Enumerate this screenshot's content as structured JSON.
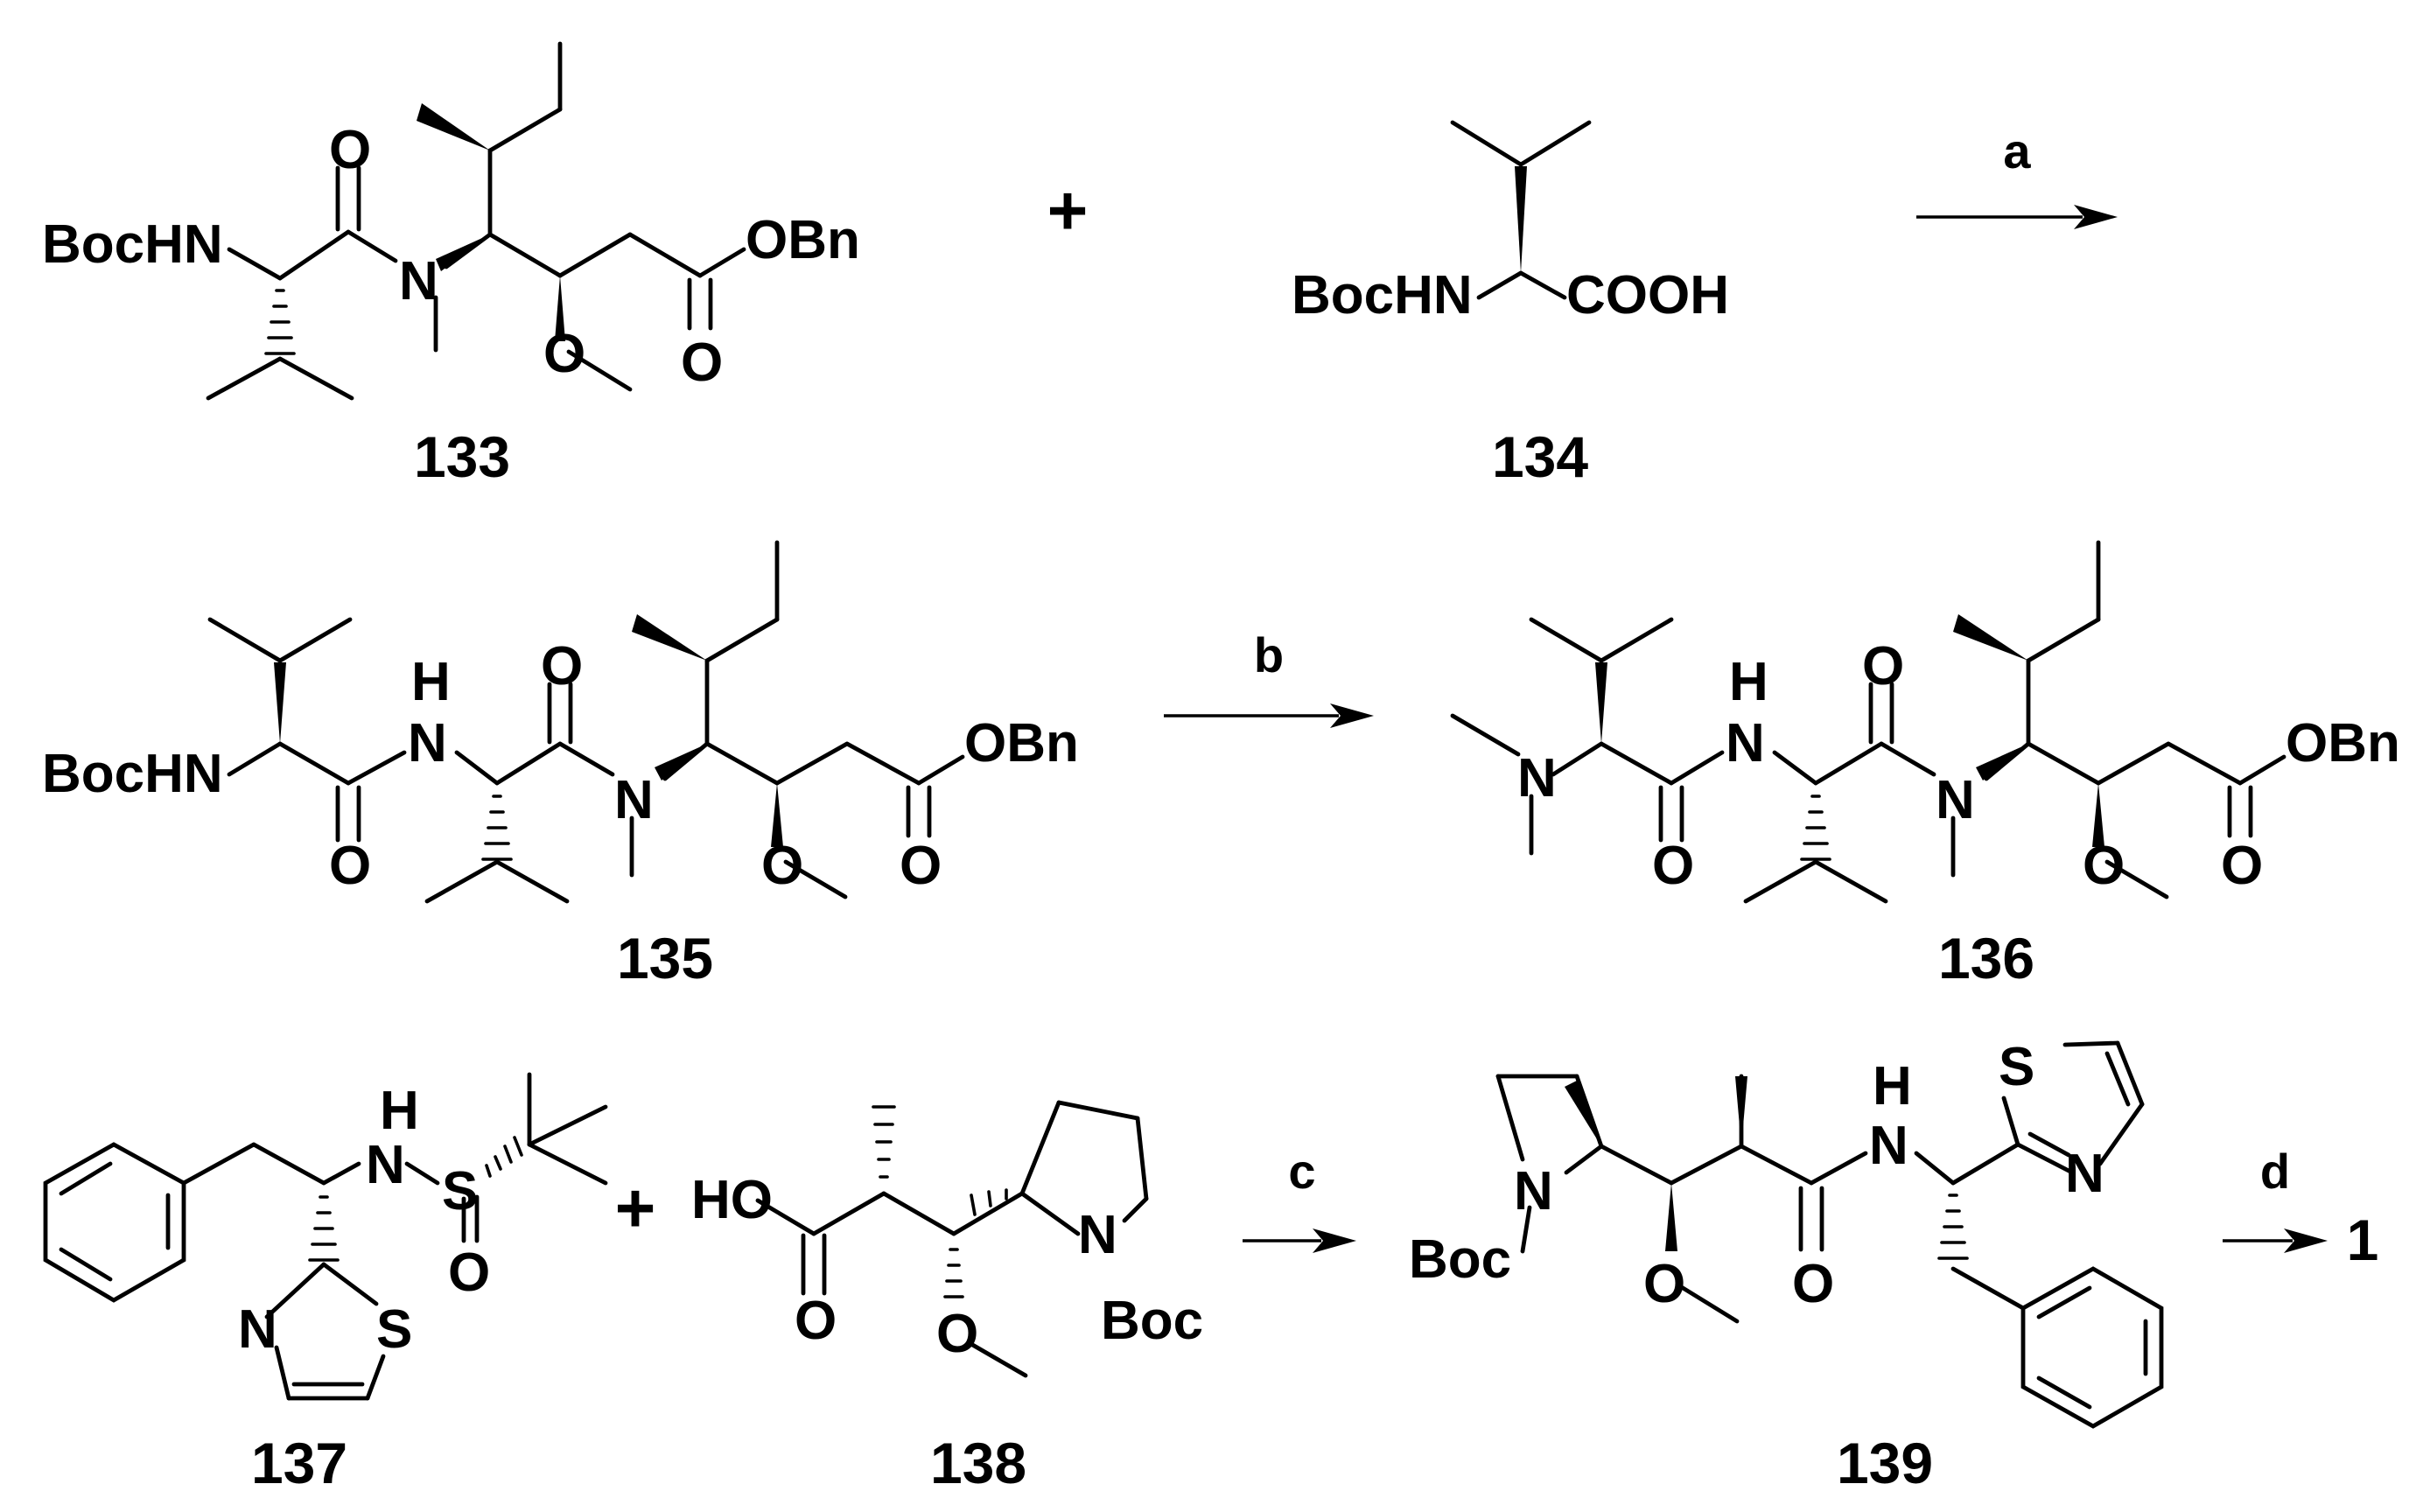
{
  "compounds": {
    "c133": {
      "number": "133",
      "labels": {
        "boc_hn": "BocHN",
        "n_amide": "N",
        "o_carbonyl": "O",
        "o_ether": "O",
        "o_ester_carbonyl": "O",
        "o_bn": "OBn"
      }
    },
    "c134": {
      "number": "134",
      "labels": {
        "boc_hn": "BocHN",
        "cooh": "COOH"
      }
    },
    "c135": {
      "number": "135",
      "labels": {
        "boc_hn": "BocHN",
        "h": "H",
        "n_amide1": "N",
        "o_carbonyl1": "O",
        "o_carbonyl2": "O",
        "n_amide2": "N",
        "o_ether": "O",
        "o_ester_carbonyl": "O",
        "o_bn": "OBn"
      }
    },
    "c136": {
      "number": "136",
      "labels": {
        "n_dimethyl": "N",
        "h": "H",
        "n_amide1": "N",
        "o_carbonyl1": "O",
        "o_carbonyl2": "O",
        "n_amide2": "N",
        "o_ether": "O",
        "o_ester_carbonyl": "O",
        "o_bn": "OBn"
      }
    },
    "c137": {
      "number": "137",
      "labels": {
        "h": "H",
        "n_sulfinamide": "N",
        "s": "S",
        "o_sulfinyl": "O",
        "n_thiazole": "N",
        "s_thiazole": "S"
      }
    },
    "c138": {
      "number": "138",
      "labels": {
        "ho": "HO",
        "o_carbonyl": "O",
        "o_ether": "O",
        "n_pyrrolidine": "N",
        "boc": "Boc"
      }
    },
    "c139": {
      "number": "139",
      "labels": {
        "n_pyrrolidine": "N",
        "boc": "Boc",
        "o_ether": "O",
        "o_carbonyl": "O",
        "h": "H",
        "n_amide": "N",
        "s_thiazole": "S",
        "n_thiazole": "N"
      }
    }
  },
  "reactions": {
    "step_a": "a",
    "step_b": "b",
    "step_c": "c",
    "step_d": "d",
    "product": "1"
  },
  "plus_signs": [
    "+",
    "+"
  ]
}
